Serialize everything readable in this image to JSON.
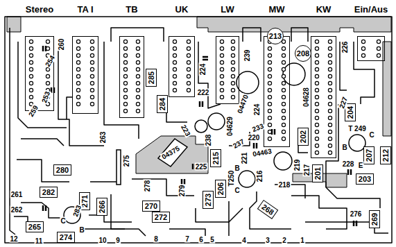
{
  "diagram": {
    "nodes": [
      {
        "text": [
          "Stereo"
        ]
      },
      {
        "text": [
          "TA I"
        ]
      },
      {
        "text": [
          "TB"
        ]
      },
      {
        "text": [
          "UK"
        ]
      },
      {
        "text": [
          "LW"
        ]
      },
      {
        "text": [
          "MW"
        ]
      },
      {
        "text": [
          "KW"
        ]
      },
      {
        "text": [
          "Ein/Aus"
        ]
      },
      {
        "text": [
          "213"
        ]
      },
      {
        "text": [
          "208"
        ]
      },
      {
        "text": [
          "285"
        ]
      },
      {
        "text": [
          "284"
        ]
      },
      {
        "text": [
          "204"
        ]
      },
      {
        "text": [
          "202"
        ]
      },
      {
        "text": [
          "207"
        ]
      },
      {
        "text": [
          "212"
        ]
      },
      {
        "text": [
          "215"
        ]
      },
      {
        "text": [
          "280"
        ]
      },
      {
        "text": [
          "201"
        ]
      },
      {
        "text": [
          "203"
        ]
      },
      {
        "text": [
          "206"
        ]
      },
      {
        "text": [
          "271"
        ]
      },
      {
        "text": [
          "266"
        ]
      },
      {
        "text": [
          "282"
        ]
      },
      {
        "text": [
          "273"
        ]
      },
      {
        "text": [
          "270"
        ]
      },
      {
        "text": [
          "268"
        ]
      },
      {
        "text": [
          "272"
        ]
      },
      {
        "text": [
          "269"
        ]
      },
      {
        "text": [
          "265"
        ]
      },
      {
        "text": [
          "274"
        ]
      }
    ],
    "labels": [
      "260",
      "254",
      "253",
      "259",
      "224",
      "222",
      "223",
      "239",
      "226",
      "04470",
      "04628",
      "224",
      "227",
      "04629",
      "238",
      "233",
      "237",
      "04375",
      "225",
      "220",
      "221",
      "04463",
      "219",
      "216",
      "218",
      "217",
      "228",
      "T 249",
      "B",
      "C",
      "E",
      "T250",
      "B",
      "C",
      "263",
      "275",
      "278",
      "279",
      "261",
      "262",
      "283",
      "C",
      "B",
      "276",
      "12",
      "11",
      "10",
      "9",
      "8",
      "7",
      "6",
      "5",
      "4",
      "3",
      "2",
      "1"
    ]
  }
}
